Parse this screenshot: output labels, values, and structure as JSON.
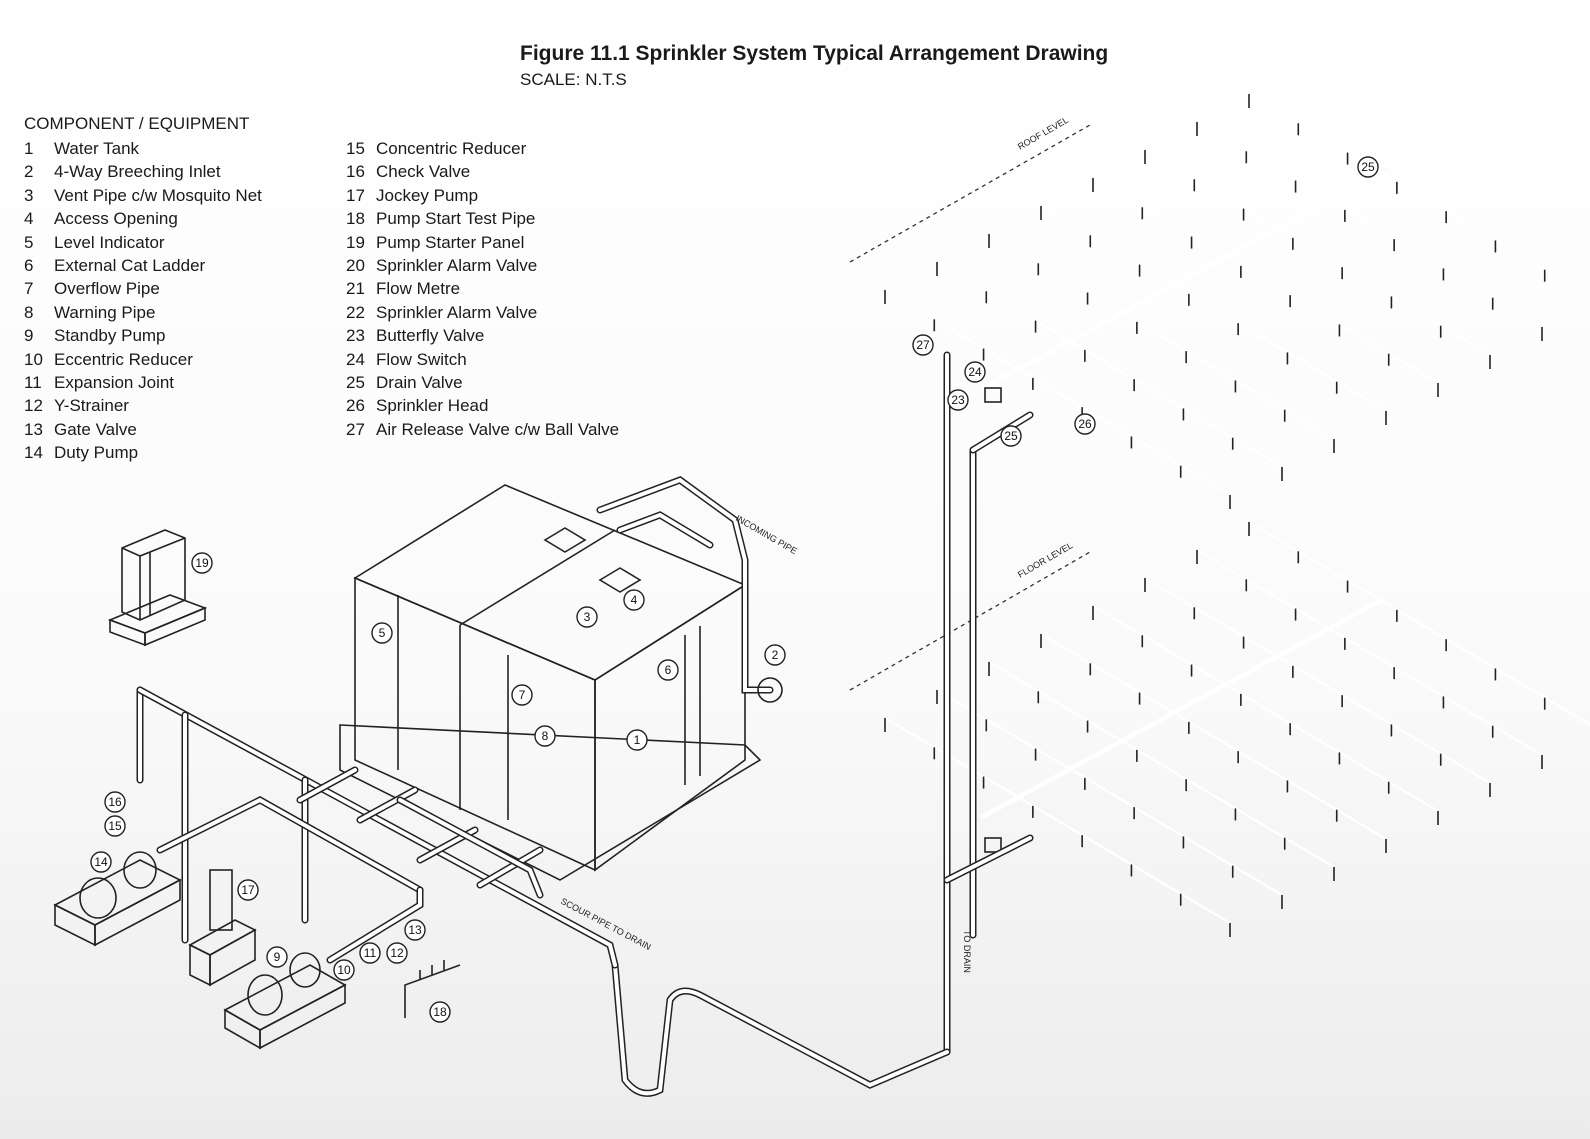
{
  "figure": {
    "title": "Figure 11.1 Sprinkler System Typical Arrangement Drawing",
    "scale": "SCALE: N.T.S"
  },
  "legend": {
    "heading": "COMPONENT / EQUIPMENT",
    "items": [
      {
        "num": "1",
        "label": "Water Tank"
      },
      {
        "num": "2",
        "label": "4-Way Breeching Inlet"
      },
      {
        "num": "3",
        "label": "Vent Pipe c/w Mosquito Net"
      },
      {
        "num": "4",
        "label": "Access Opening"
      },
      {
        "num": "5",
        "label": "Level Indicator"
      },
      {
        "num": "6",
        "label": "External Cat Ladder"
      },
      {
        "num": "7",
        "label": "Overflow Pipe"
      },
      {
        "num": "8",
        "label": "Warning Pipe"
      },
      {
        "num": "9",
        "label": "Standby Pump"
      },
      {
        "num": "10",
        "label": "Eccentric Reducer"
      },
      {
        "num": "11",
        "label": "Expansion Joint"
      },
      {
        "num": "12",
        "label": "Y-Strainer"
      },
      {
        "num": "13",
        "label": "Gate Valve"
      },
      {
        "num": "14",
        "label": "Duty Pump"
      },
      {
        "num": "15",
        "label": "Concentric Reducer"
      },
      {
        "num": "16",
        "label": "Check Valve"
      },
      {
        "num": "17",
        "label": "Jockey Pump"
      },
      {
        "num": "18",
        "label": "Pump Start Test Pipe"
      },
      {
        "num": "19",
        "label": "Pump Starter Panel"
      },
      {
        "num": "20",
        "label": "Sprinkler Alarm Valve"
      },
      {
        "num": "21",
        "label": "Flow Metre"
      },
      {
        "num": "22",
        "label": "Sprinkler Alarm Valve"
      },
      {
        "num": "23",
        "label": "Butterfly Valve"
      },
      {
        "num": "24",
        "label": "Flow Switch"
      },
      {
        "num": "25",
        "label": "Drain Valve"
      },
      {
        "num": "26",
        "label": "Sprinkler Head"
      },
      {
        "num": "27",
        "label": "Air Release Valve c/w Ball Valve"
      }
    ]
  },
  "annotations": {
    "roof_level": "ROOF LEVEL",
    "floor_level": "FLOOR LEVEL",
    "incoming_pipe": "INCOMING PIPE",
    "scour_pipe": "SCOUR PIPE TO DRAIN",
    "to_drain": "TO DRAIN"
  },
  "callouts": [
    "1",
    "2",
    "3",
    "4",
    "5",
    "6",
    "7",
    "8",
    "9",
    "10",
    "11",
    "12",
    "13",
    "14",
    "15",
    "16",
    "17",
    "18",
    "19",
    "23",
    "24",
    "25",
    "25",
    "26",
    "27"
  ]
}
